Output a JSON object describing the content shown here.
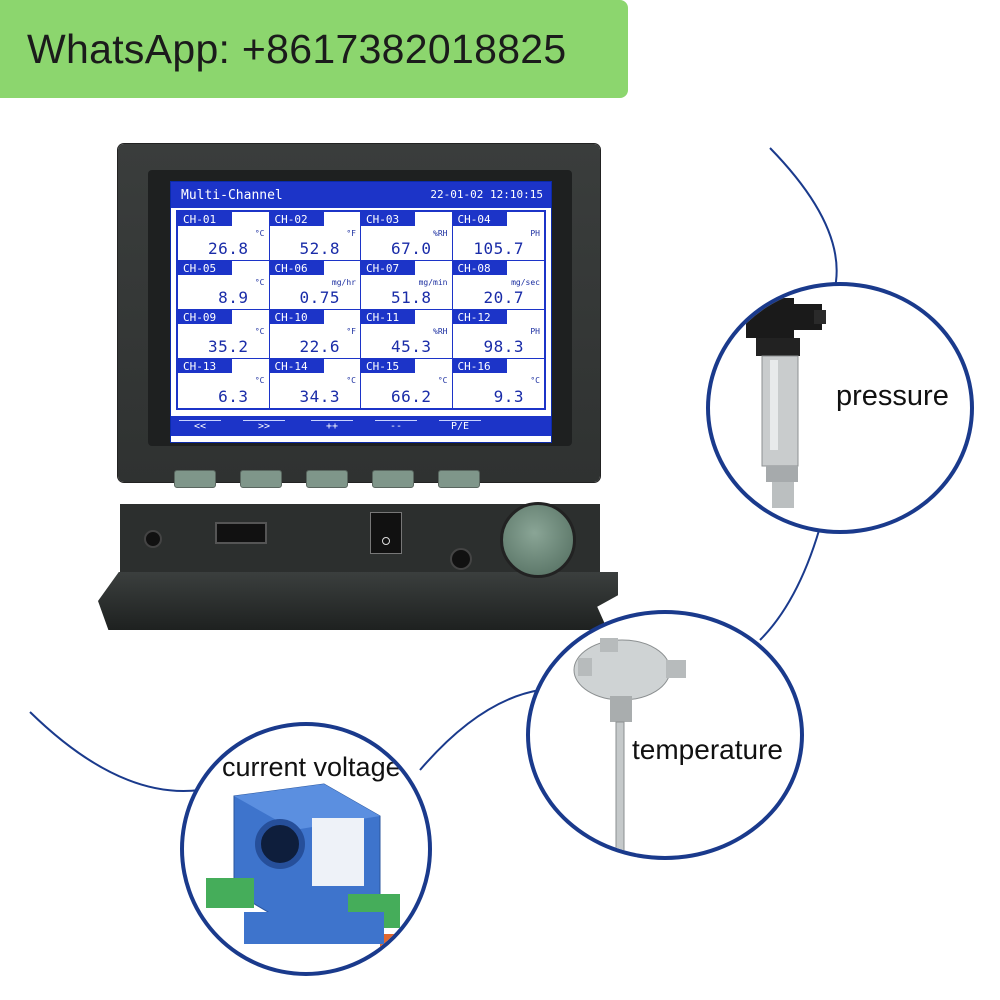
{
  "banner": {
    "text": "WhatsApp: +8617382018825"
  },
  "screen": {
    "title": "Multi-Channel",
    "datetime": "22-01-02 12:10:15",
    "channels": [
      {
        "id": "CH-01",
        "unit": "°C",
        "value": "26.8"
      },
      {
        "id": "CH-02",
        "unit": "°F",
        "value": "52.8"
      },
      {
        "id": "CH-03",
        "unit": "%RH",
        "value": "67.0"
      },
      {
        "id": "CH-04",
        "unit": "PH",
        "value": "105.7"
      },
      {
        "id": "CH-05",
        "unit": "°C",
        "value": "8.9"
      },
      {
        "id": "CH-06",
        "unit": "mg/hr",
        "value": "0.75"
      },
      {
        "id": "CH-07",
        "unit": "mg/min",
        "value": "51.8"
      },
      {
        "id": "CH-08",
        "unit": "mg/sec",
        "value": "20.7"
      },
      {
        "id": "CH-09",
        "unit": "°C",
        "value": "35.2"
      },
      {
        "id": "CH-10",
        "unit": "°F",
        "value": "22.6"
      },
      {
        "id": "CH-11",
        "unit": "%RH",
        "value": "45.3"
      },
      {
        "id": "CH-12",
        "unit": "PH",
        "value": "98.3"
      },
      {
        "id": "CH-13",
        "unit": "°C",
        "value": "6.3"
      },
      {
        "id": "CH-14",
        "unit": "°C",
        "value": "34.3"
      },
      {
        "id": "CH-15",
        "unit": "°C",
        "value": "66.2"
      },
      {
        "id": "CH-16",
        "unit": "°C",
        "value": "9.3"
      }
    ],
    "softkeys": [
      "<<",
      ">>",
      "++",
      "--",
      "P/E"
    ]
  },
  "sensors": {
    "pressure": "pressure",
    "temperature": "temperature",
    "current_voltage": "current voltage"
  },
  "colors": {
    "banner": "#8cd66e",
    "lcd_blue": "#1c34c8",
    "circle_border": "#1a3a8c",
    "device_body": "#2f3231",
    "button_green": "#7f968a"
  }
}
